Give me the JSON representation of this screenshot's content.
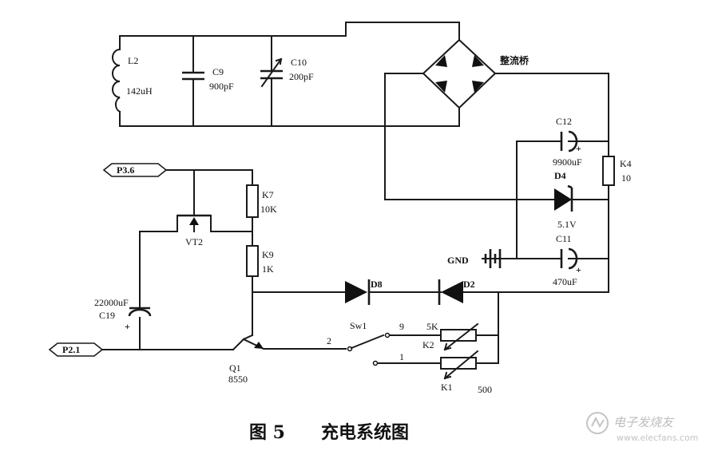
{
  "labels": {
    "l2_name": "L2",
    "l2_value": "142uH",
    "c9_name": "C9",
    "c9_value": "900pF",
    "c10_name": "C10",
    "c10_value": "200pF",
    "rectifier": "整流桥",
    "c12_name": "C12",
    "c12_value": "9900uF",
    "k4_name": "K4",
    "k4_value": "10",
    "d4_name": "D4",
    "d4_value": "5.1V",
    "c11_name": "C11",
    "c11_value": "470uF",
    "gnd": "GND",
    "p36": "P3.6",
    "k7_name": "K7",
    "k7_value": "10K",
    "vt2": "VT2",
    "k9_name": "K9",
    "k9_value": "1K",
    "d8": "D8",
    "d2": "D2",
    "c19_value": "22000uF",
    "c19_name": "C19",
    "sw1": "Sw1",
    "sw_pos9": "9",
    "sw_pos2": "2",
    "sw_pos1": "1",
    "k2_value": "5K",
    "k2_name": "K2",
    "k1_name": "K1",
    "k1_value": "500",
    "p21": "P2.1",
    "q1_name": "Q1",
    "q1_value": "8550",
    "plus": "+"
  },
  "caption": {
    "figure_number": "图 5",
    "title": "充电系统图"
  },
  "watermark": {
    "text": "电子发烧友",
    "url": "www.elecfans.com"
  }
}
